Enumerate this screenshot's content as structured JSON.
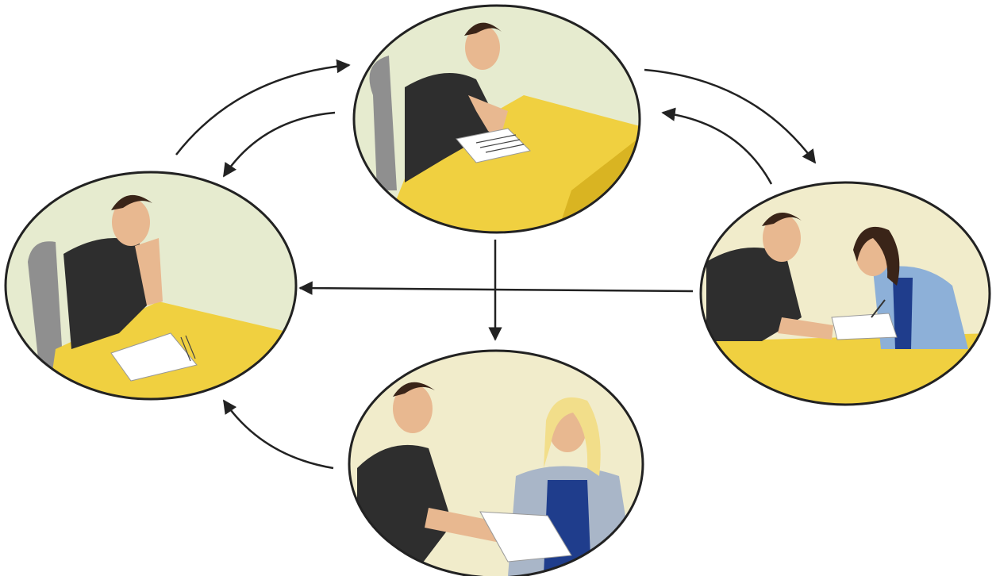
{
  "diagram": {
    "type": "cycle",
    "panels": [
      {
        "id": "top",
        "scene": "man-writing-at-table"
      },
      {
        "id": "left",
        "scene": "man-thinking-with-paper"
      },
      {
        "id": "right",
        "scene": "man-handing-paper-to-woman-with-pen"
      },
      {
        "id": "bottom",
        "scene": "man-discussing-paper-with-woman"
      }
    ],
    "arrows": [
      {
        "from": "left",
        "to": "top"
      },
      {
        "from": "top",
        "to": "left"
      },
      {
        "from": "top",
        "to": "right"
      },
      {
        "from": "right",
        "to": "top"
      },
      {
        "from": "top",
        "to": "bottom"
      },
      {
        "from": "right",
        "to": "left"
      },
      {
        "from": "bottom",
        "to": "left"
      }
    ]
  },
  "colors": {
    "wall": "#e8ecd0",
    "table": "#f0d040",
    "table_shadow": "#d8b020",
    "shirt": "#2e2e2e",
    "skin": "#e8b890",
    "hair_dark": "#3a2418",
    "hair_blonde": "#f2de8a",
    "jacket_blue": "#8db0d8",
    "jacket_grey": "#a9b6c8",
    "top_navy": "#1f3d8c",
    "chair": "#8a8a8a",
    "paper": "#ffffff",
    "ink": "#222222"
  }
}
